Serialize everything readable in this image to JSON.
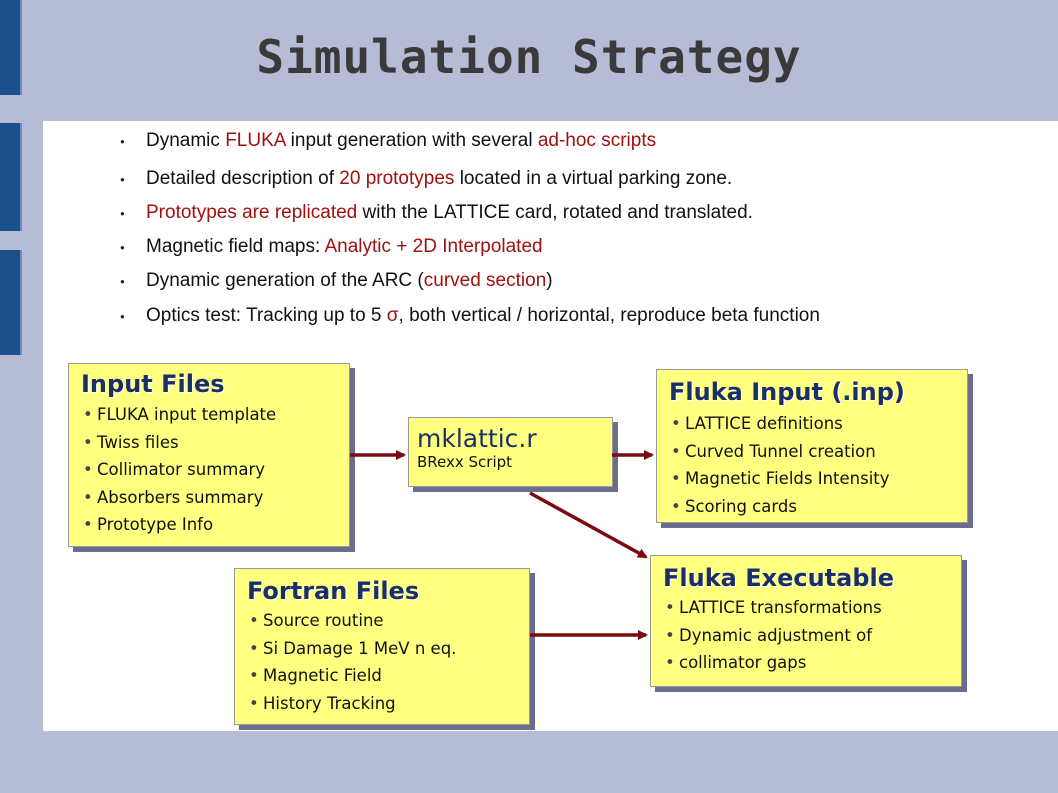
{
  "title": "Simulation Strategy",
  "bullets": [
    {
      "parts": [
        {
          "t": "Dynamic "
        },
        {
          "t": "FLUKA",
          "hl": true
        },
        {
          "t": " input generation with several "
        },
        {
          "t": "ad-hoc scripts",
          "hl": true
        }
      ]
    },
    {
      "parts": [
        {
          "t": "Detailed description of "
        },
        {
          "t": "20 prototypes",
          "hl": true
        },
        {
          "t": " located in a virtual parking zone."
        }
      ]
    },
    {
      "parts": [
        {
          "t": "Prototypes are replicated",
          "hl": true
        },
        {
          "t": " with the LATTICE card, rotated and translated."
        }
      ]
    },
    {
      "parts": [
        {
          "t": "Magnetic field maps: "
        },
        {
          "t": "Analytic + 2D Interpolated",
          "hl": true
        }
      ]
    },
    {
      "parts": [
        {
          "t": "Dynamic generation of the ARC ("
        },
        {
          "t": "curved section",
          "hl": true
        },
        {
          "t": ")"
        }
      ]
    },
    {
      "parts": [
        {
          "t": "Optics test: Tracking up to 5 "
        },
        {
          "t": "σ",
          "hl": true
        },
        {
          "t": ", both vertical / horizontal, reproduce beta function"
        }
      ]
    }
  ],
  "input_files": {
    "title": "Input Files",
    "items": [
      "FLUKA input template",
      "Twiss files",
      "Collimator summary",
      "Absorbers summary",
      "Prototype Info"
    ]
  },
  "mklattic": {
    "title": "mklattic.r",
    "subtitle": "BRexx Script"
  },
  "fluka_input": {
    "title": "Fluka Input (.inp)",
    "items": [
      "LATTICE definitions",
      "Curved Tunnel creation",
      "Magnetic Fields Intensity",
      "Scoring cards"
    ]
  },
  "fluka_exec": {
    "title": "Fluka Executable",
    "items": [
      "LATTICE transformations",
      "Dynamic adjustment of",
      "collimator gaps"
    ]
  },
  "fortran_files": {
    "title": "Fortran Files",
    "items": [
      "Source routine",
      "Si Damage 1 MeV n eq.",
      "Magnetic Field",
      "History Tracking"
    ]
  },
  "colors": {
    "accent": "#a01010",
    "arrow": "#7a0a10",
    "box": "#ffff80",
    "title_blue": "#1a2f66"
  }
}
